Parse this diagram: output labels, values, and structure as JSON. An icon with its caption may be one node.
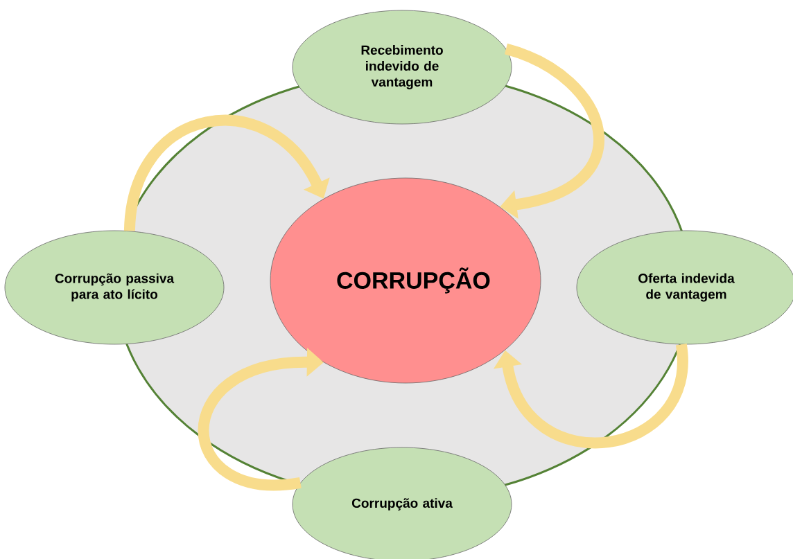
{
  "diagram": {
    "nodes": [
      {
        "text": [
          "Recebimento indevido de vantagem"
        ]
      },
      {
        "text": [
          "Corrupção passiva para ato lícito"
        ]
      },
      {
        "text": [
          "CORRUPÇÃO"
        ]
      },
      {
        "text": [
          "Oferta indevida de vantagem"
        ]
      },
      {
        "text": [
          "Corrupção ativa"
        ]
      }
    ],
    "edges": [
      {
        "from": 0,
        "to": 2,
        "arrow": "to"
      },
      {
        "from": 1,
        "to": 2,
        "arrow": "to"
      },
      {
        "from": 3,
        "to": 2,
        "arrow": "to"
      },
      {
        "from": 4,
        "to": 2,
        "arrow": "to"
      }
    ]
  }
}
